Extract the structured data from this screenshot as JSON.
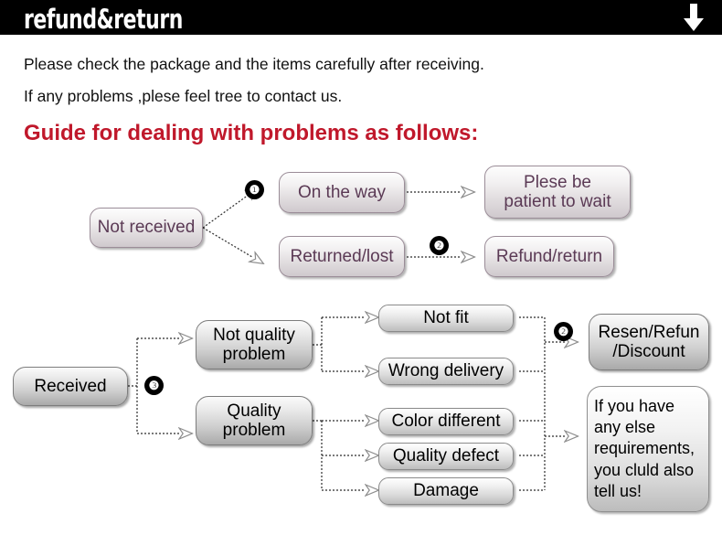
{
  "header": {
    "title": "refund&return",
    "arrow_icon": "down-arrow-icon",
    "background_color": "#000000",
    "text_color": "#ffffff"
  },
  "intro": {
    "line1": "Please check the package and the items carefully after receiving.",
    "line2": "If any problems ,plese feel tree to contact us.",
    "guide_heading": "Guide for dealing with problems as follows:",
    "heading_color": "#c0182b"
  },
  "flow_top": {
    "start": "Not received",
    "branches": [
      {
        "label": "On the way",
        "badge": "❶",
        "result": "Plese be\npatient to wait"
      },
      {
        "label": "Returned/lost",
        "badge": "❷",
        "result": "Refund/return"
      }
    ]
  },
  "flow_bottom": {
    "start": "Received",
    "start_badge": "❸",
    "categories": [
      {
        "label": "Not quality\nproblem"
      },
      {
        "label": "Quality\nproblem"
      }
    ],
    "symptoms": [
      "Not fit",
      "Wrong delivery",
      "Color different",
      "Quality defect",
      "Damage"
    ],
    "outcome_badge": "❷",
    "outcome": "Resen/Refun\n/Discount",
    "note": "If you have\nany else\nrequirements,\nyou cluld also\ntell us!"
  },
  "colors": {
    "purple_text": "#5b3a55",
    "accent_red": "#c0182b",
    "bar_black": "#000000"
  }
}
